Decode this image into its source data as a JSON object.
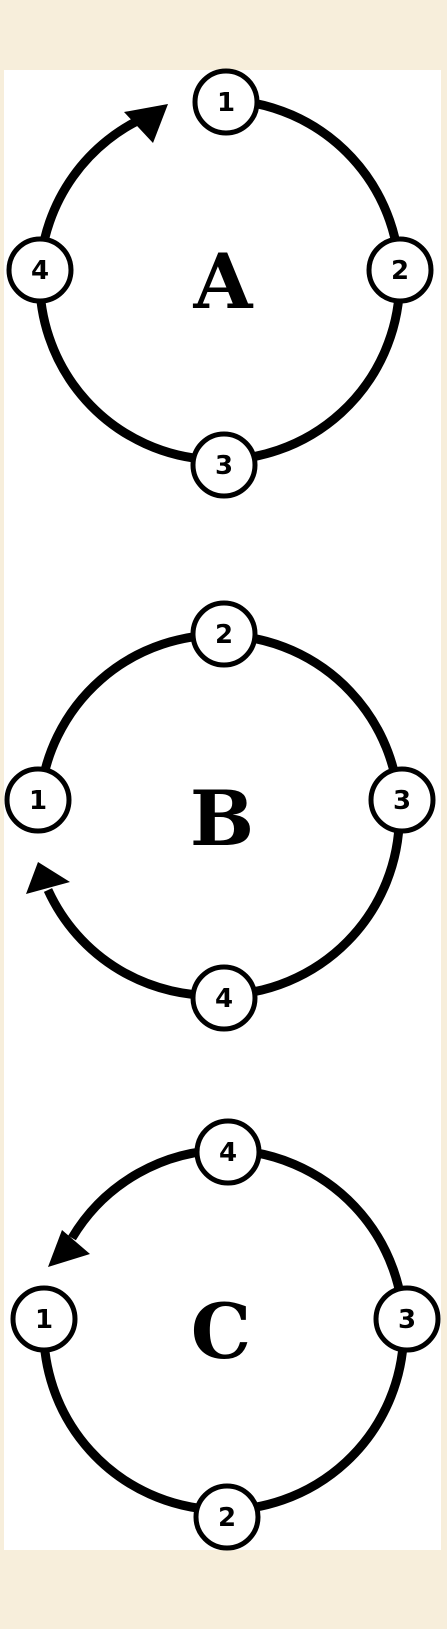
{
  "colors": {
    "background": "#f7eedb",
    "panel": "#ffffff",
    "ink": "#000000"
  },
  "diagrams": [
    {
      "letter": "A",
      "nodes": {
        "top": "1",
        "right": "2",
        "bottom": "3",
        "left": "4"
      },
      "arrow": "left-to-top",
      "arrow_direction": "clockwise"
    },
    {
      "letter": "B",
      "nodes": {
        "top": "2",
        "right": "3",
        "bottom": "4",
        "left": "1"
      },
      "arrow": "bottom-to-left",
      "arrow_direction": "clockwise"
    },
    {
      "letter": "C",
      "nodes": {
        "top": "4",
        "right": "3",
        "bottom": "2",
        "left": "1"
      },
      "arrow": "top-to-left",
      "arrow_direction": "counterclockwise"
    }
  ]
}
